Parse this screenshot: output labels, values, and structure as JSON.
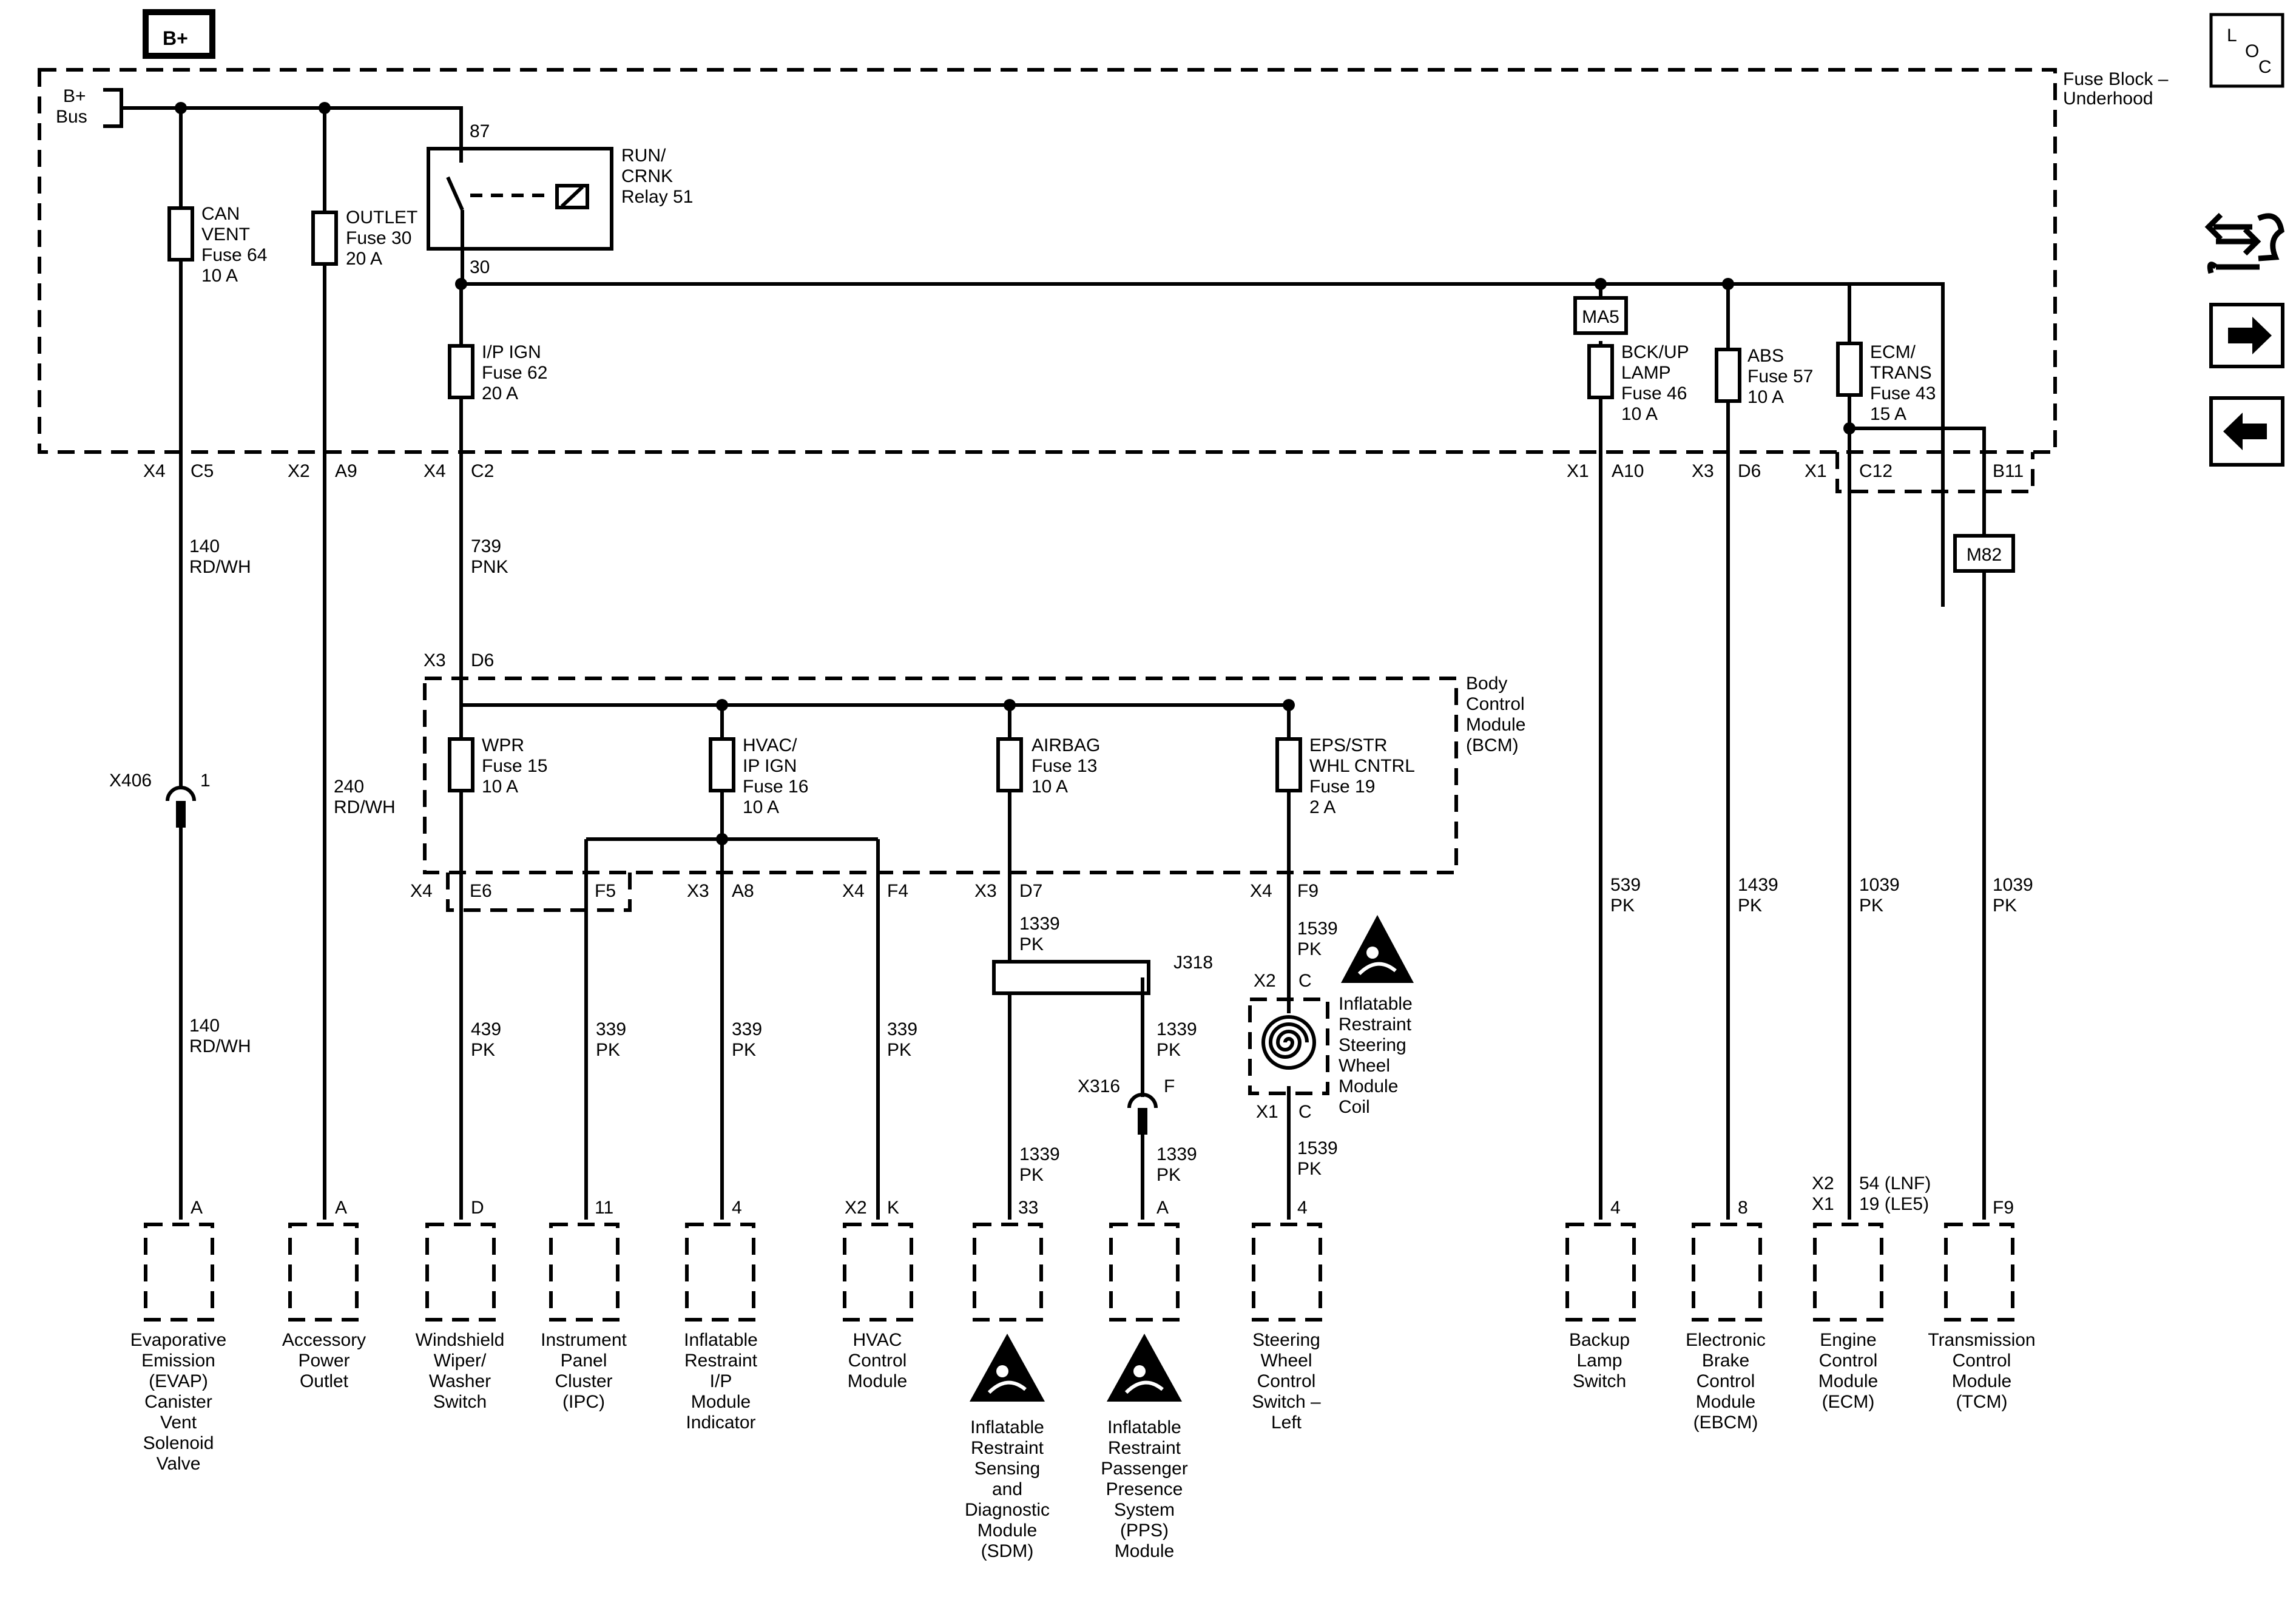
{
  "power_source": {
    "label": "B+"
  },
  "bus": {
    "label_1": "B+",
    "label_2": "Bus"
  },
  "loc_icon": {
    "l": "L",
    "o": "O",
    "c": "C"
  },
  "fuse_block": {
    "line1": "Fuse Block –",
    "line2": "Underhood"
  },
  "relay": {
    "line1": "RUN/",
    "line2": "CRNK",
    "line3": "Relay 51",
    "pin_in": "87",
    "pin_out": "30"
  },
  "fuses_underhood": [
    {
      "lines": [
        "CAN",
        "VENT",
        "Fuse 64",
        "10 A"
      ]
    },
    {
      "lines": [
        "OUTLET",
        "Fuse 30",
        "20 A"
      ]
    },
    {
      "lines": [
        "I/P IGN",
        "Fuse 62",
        "20 A"
      ]
    },
    {
      "lines": [
        "BCK/UP",
        "LAMP",
        "Fuse 46",
        "10 A"
      ]
    },
    {
      "lines": [
        "ABS",
        "Fuse 57",
        "10 A"
      ]
    },
    {
      "lines": [
        "ECM/",
        "TRANS",
        "Fuse 43",
        "15 A"
      ]
    }
  ],
  "splices": {
    "ma5": "MA5",
    "m82": "M82",
    "j318": "J318"
  },
  "fb_connectors": [
    {
      "conn": "X4",
      "pin": "C5"
    },
    {
      "conn": "X2",
      "pin": "A9"
    },
    {
      "conn": "X4",
      "pin": "C2"
    },
    {
      "conn": "X1",
      "pin": "A10"
    },
    {
      "conn": "X3",
      "pin": "D6"
    },
    {
      "conn": "X1",
      "pin": "C12"
    },
    {
      "conn": "",
      "pin": "B11"
    }
  ],
  "bcm": {
    "lines": [
      "Body",
      "Control",
      "Module",
      "(BCM)"
    ],
    "input_conn": "X3",
    "input_pin": "D6",
    "fuses": [
      {
        "lines": [
          "WPR",
          "Fuse 15",
          "10 A"
        ]
      },
      {
        "lines": [
          "HVAC/",
          "IP IGN",
          "Fuse 16",
          "10 A"
        ]
      },
      {
        "lines": [
          "AIRBAG",
          "Fuse 13",
          "10 A"
        ]
      },
      {
        "lines": [
          "EPS/STR",
          "WHL CNTRL",
          "Fuse 19",
          "2 A"
        ]
      }
    ],
    "outputs": [
      {
        "conn": "X4",
        "pin": "E6"
      },
      {
        "conn": "",
        "pin": "F5"
      },
      {
        "conn": "X3",
        "pin": "A8"
      },
      {
        "conn": "X4",
        "pin": "F4"
      },
      {
        "conn": "X3",
        "pin": "D7"
      },
      {
        "conn": "X4",
        "pin": "F9"
      }
    ]
  },
  "inline_connectors": {
    "x406": {
      "name": "X406",
      "pin": "1"
    },
    "x316": {
      "name": "X316",
      "pin": "F"
    }
  },
  "wires": [
    {
      "circuit": "140",
      "color": "RD/WH"
    },
    {
      "circuit": "739",
      "color": "PNK"
    },
    {
      "circuit": "240",
      "color": "RD/WH"
    },
    {
      "circuit": "140",
      "color": "RD/WH"
    },
    {
      "circuit": "439",
      "color": "PK"
    },
    {
      "circuit": "339",
      "color": "PK"
    },
    {
      "circuit": "339",
      "color": "PK"
    },
    {
      "circuit": "339",
      "color": "PK"
    },
    {
      "circuit": "1339",
      "color": "PK"
    },
    {
      "circuit": "1339",
      "color": "PK"
    },
    {
      "circuit": "1339",
      "color": "PK"
    },
    {
      "circuit": "1339",
      "color": "PK"
    },
    {
      "circuit": "1539",
      "color": "PK"
    },
    {
      "circuit": "1539",
      "color": "PK"
    },
    {
      "circuit": "539",
      "color": "PK"
    },
    {
      "circuit": "1439",
      "color": "PK"
    },
    {
      "circuit": "1039",
      "color": "PK"
    },
    {
      "circuit": "1039",
      "color": "PK"
    }
  ],
  "clockspring": {
    "lines": [
      "Inflatable",
      "Restraint",
      "Steering",
      "Wheel",
      "Module",
      "Coil"
    ],
    "top_conn": "X2",
    "top_pin": "C",
    "bottom_conn": "X1",
    "bottom_pin": "C"
  },
  "components": [
    {
      "pin": "A",
      "conn": "",
      "lines": [
        "Evaporative",
        "Emission",
        "(EVAP)",
        "Canister",
        "Vent",
        "Solenoid",
        "Valve"
      ]
    },
    {
      "pin": "A",
      "conn": "",
      "lines": [
        "Accessory",
        "Power",
        "Outlet"
      ]
    },
    {
      "pin": "D",
      "conn": "",
      "lines": [
        "Windshield",
        "Wiper/",
        "Washer",
        "Switch"
      ]
    },
    {
      "pin": "11",
      "conn": "",
      "lines": [
        "Instrument",
        "Panel",
        "Cluster",
        "(IPC)"
      ]
    },
    {
      "pin": "4",
      "conn": "",
      "lines": [
        "Inflatable",
        "Restraint",
        "I/P",
        "Module",
        "Indicator"
      ]
    },
    {
      "pin": "K",
      "conn": "X2",
      "lines": [
        "HVAC",
        "Control",
        "Module"
      ]
    },
    {
      "pin": "33",
      "conn": "",
      "lines": [
        "Inflatable",
        "Restraint",
        "Sensing",
        "and",
        "Diagnostic",
        "Module",
        "(SDM)"
      ]
    },
    {
      "pin": "A",
      "conn": "",
      "lines": [
        "Inflatable",
        "Restraint",
        "Passenger",
        "Presence",
        "System",
        "(PPS)",
        "Module"
      ]
    },
    {
      "pin": "4",
      "conn": "",
      "lines": [
        "Steering",
        "Wheel",
        "Control",
        "Switch –",
        "Left"
      ]
    },
    {
      "pin": "4",
      "conn": "",
      "lines": [
        "Backup",
        "Lamp",
        "Switch"
      ]
    },
    {
      "pin": "8",
      "conn": "",
      "lines": [
        "Electronic",
        "Brake",
        "Control",
        "Module",
        "(EBCM)"
      ]
    },
    {
      "pin": "",
      "conn": "",
      "lines": [
        "Engine",
        "Control",
        "Module",
        "(ECM)"
      ]
    },
    {
      "pin": "F9",
      "conn": "",
      "lines": [
        "Transmission",
        "Control",
        "Module",
        "(TCM)"
      ]
    }
  ],
  "ecm_pins": {
    "conn1": "X2",
    "pin1": "54 (LNF)",
    "conn2": "X1",
    "pin2": "19 (LE5)"
  },
  "nav_icons": {
    "service": "service-icon",
    "next": "arrow-right-icon",
    "prev": "arrow-left-icon"
  }
}
